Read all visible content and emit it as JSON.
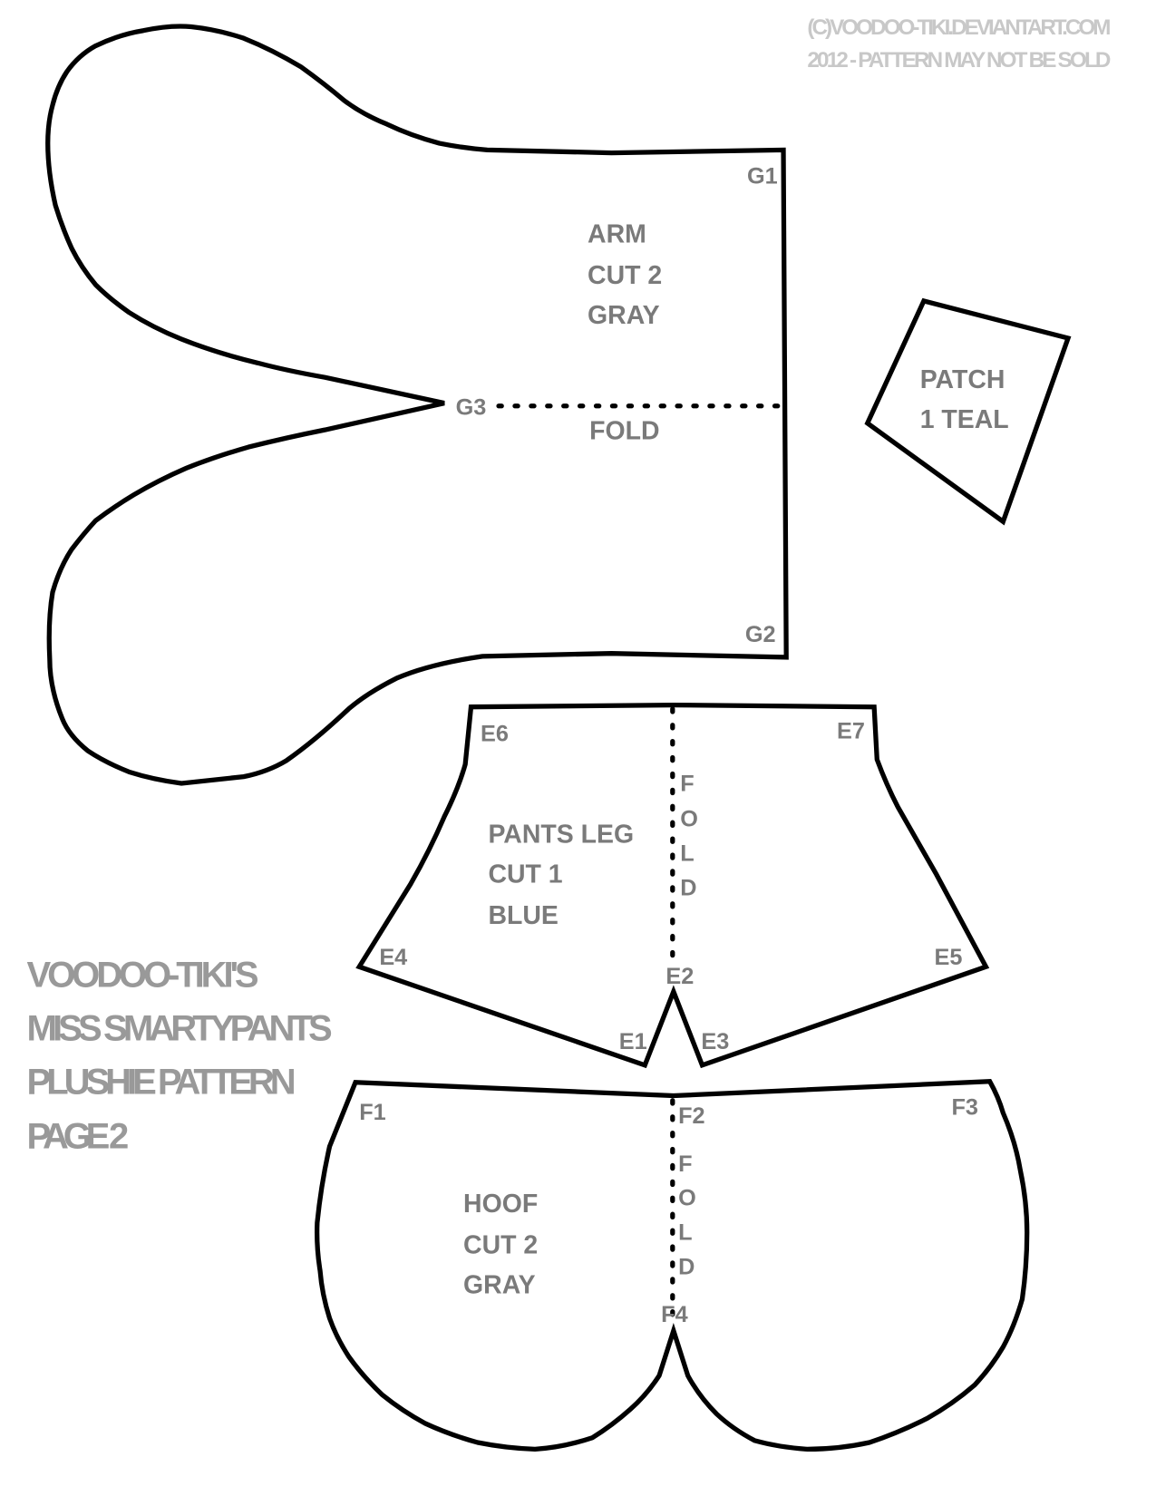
{
  "copyright": {
    "line1": "(C)VOODOO-TIKI.DEVIANTART.COM",
    "line2": "2012 - PATTERN MAY NOT BE SOLD"
  },
  "title": {
    "line1": "VOODOO-TIKI'S",
    "line2": "MISS SMARTYPANTS",
    "line3": "PLUSHIE PATTERN",
    "line4": "PAGE 2"
  },
  "arm": {
    "name": "ARM",
    "cut": "CUT 2",
    "color": "GRAY",
    "fold": "FOLD",
    "points": {
      "g1": "G1",
      "g2": "G2",
      "g3": "G3"
    }
  },
  "patch": {
    "name": "PATCH",
    "cut": "1 TEAL"
  },
  "pants": {
    "name": "PANTS LEG",
    "cut": "CUT 1",
    "color": "BLUE",
    "fold": [
      "F",
      "O",
      "L",
      "D"
    ],
    "points": {
      "e1": "E1",
      "e2": "E2",
      "e3": "E3",
      "e4": "E4",
      "e5": "E5",
      "e6": "E6",
      "e7": "E7"
    }
  },
  "hoof": {
    "name": "HOOF",
    "cut": "CUT 2",
    "color": "GRAY",
    "fold": [
      "F",
      "O",
      "L",
      "D"
    ],
    "points": {
      "f1": "F1",
      "f2": "F2",
      "f3": "F3",
      "f4": "F4"
    }
  }
}
